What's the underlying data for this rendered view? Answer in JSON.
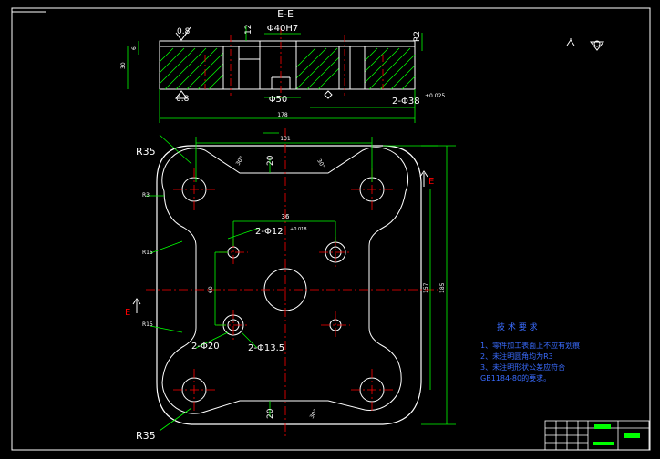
{
  "section": {
    "title": "E-E",
    "bore_dim": "Φ40H7",
    "dim_12": "12",
    "dim_r2": "R2",
    "rough_top": "0.8",
    "rough_bottom": "0.8",
    "dim_50": "Φ50",
    "dim_38": "2-Φ38",
    "dim_38_tol": "+0.025",
    "dim_178": "178",
    "dim_30": "30",
    "dim_6": "6"
  },
  "plan": {
    "dim_131": "131",
    "dim_r35_top": "R35",
    "dim_r35_bottom": "R35",
    "dim_r3": "R3",
    "dim_r15a": "R15",
    "dim_r15b": "R15",
    "dim_20_top": "20",
    "dim_20_bottom": "20",
    "dim_36": "36",
    "hole_12": "2-Φ12",
    "hole_12_tol": "+0.018",
    "dim_60": "60",
    "hole_20": "2-Φ20",
    "hole_13": "2-Φ13.5",
    "dim_157": "157",
    "dim_185": "185",
    "section_mark_right": "E",
    "section_mark_left": "E",
    "angle_top_left": "30°",
    "angle_top_right": "30°",
    "angle_bottom": "30°"
  },
  "notes": {
    "heading": "技 术 要 求",
    "lines": [
      "1、零件加工表面上不应有划痕",
      "2、未注明圆角均为R3",
      "3、未注明形状公差应符合",
      "GB1184-80的要求。"
    ]
  },
  "colors": {
    "background": "#000000",
    "outline": "#ffffff",
    "dimension": "#00ff00",
    "centerline": "#ff0000",
    "hatch": "#00ff00",
    "note_text": "#3a6cff"
  }
}
